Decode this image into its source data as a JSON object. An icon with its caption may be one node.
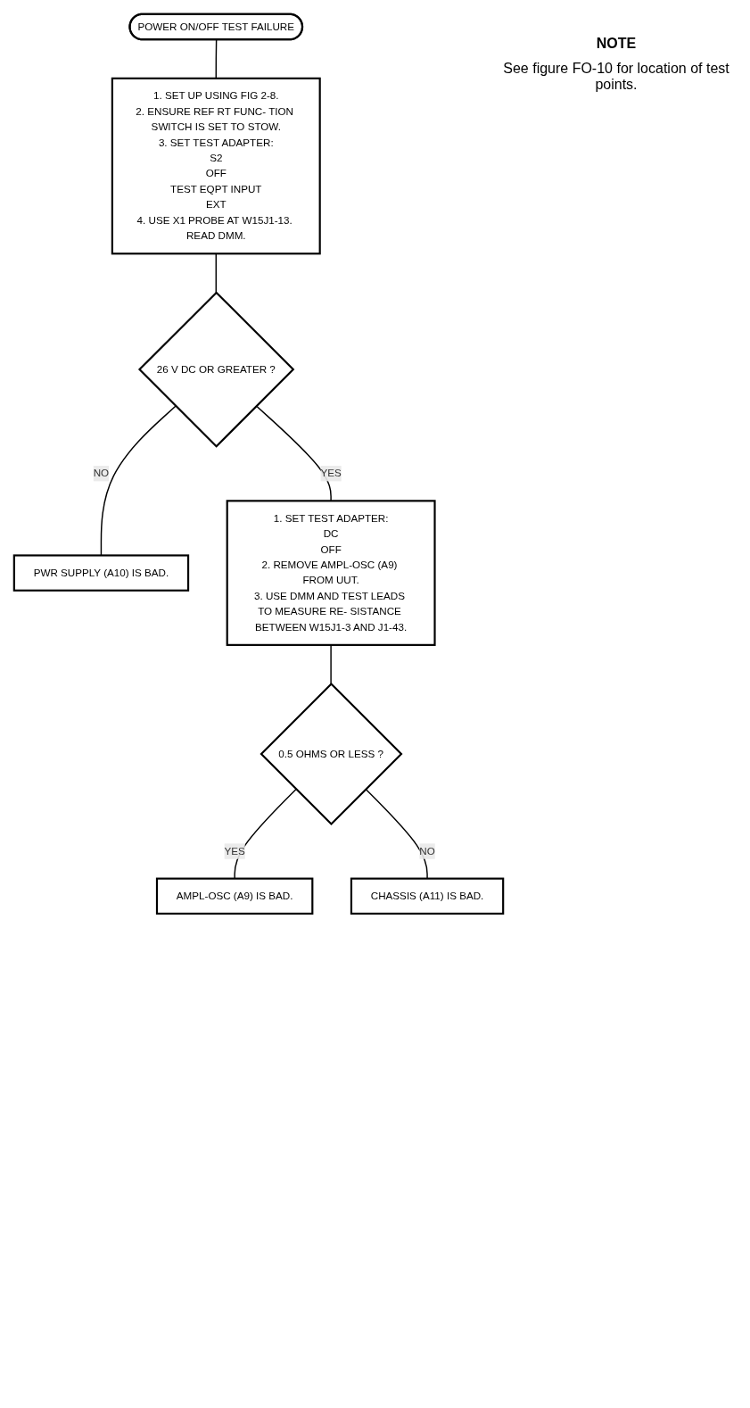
{
  "diagram": {
    "nodes": [
      {
        "text": [
          "POWER ON/OFF TEST FAILURE"
        ]
      },
      {
        "text": [
          "1. SET UP USING FIG 2-8.",
          "2. ENSURE REF RT FUNC- TION SWITCH IS SET TO STOW.",
          "3. SET TEST ADAPTER:",
          "S2",
          "OFF",
          "TEST EQPT INPUT",
          "EXT",
          "4. USE X1 PROBE AT W15J1-13. READ DMM."
        ]
      },
      {
        "text": [
          "26 V DC OR GREATER ?"
        ]
      },
      {
        "text": [
          "PWR SUPPLY (A10) IS BAD."
        ]
      },
      {
        "text": [
          "1. SET TEST ADAPTER:",
          "DC",
          "OFF",
          "2. REMOVE AMPL-OSC (A9) FROM UUT.",
          "3. USE DMM AND TEST LEADS TO MEASURE RE- SISTANCE BETWEEN W15J1-3 AND J1-43."
        ]
      },
      {
        "text": [
          "0.5 OHMS OR LESS ?"
        ]
      },
      {
        "text": [
          "AMPL-OSC (A9) IS BAD."
        ]
      },
      {
        "text": [
          "CHASSIS (A11) IS BAD."
        ]
      }
    ],
    "edges": [
      {
        "from": 0,
        "to": 1,
        "arrow": "none"
      },
      {
        "from": 1,
        "to": 2,
        "arrow": "none"
      },
      {
        "from": 2,
        "to": 3,
        "arrow": "none",
        "label": "NO"
      },
      {
        "from": 2,
        "to": 4,
        "arrow": "none",
        "label": "YES"
      },
      {
        "from": 4,
        "to": 5,
        "arrow": "none"
      },
      {
        "from": 5,
        "to": 6,
        "arrow": "none",
        "label": "YES"
      },
      {
        "from": 5,
        "to": 7,
        "arrow": "none",
        "label": "NO"
      }
    ],
    "labels": [
      "NOTE",
      "See figure FO-10 for location of test points."
    ]
  }
}
